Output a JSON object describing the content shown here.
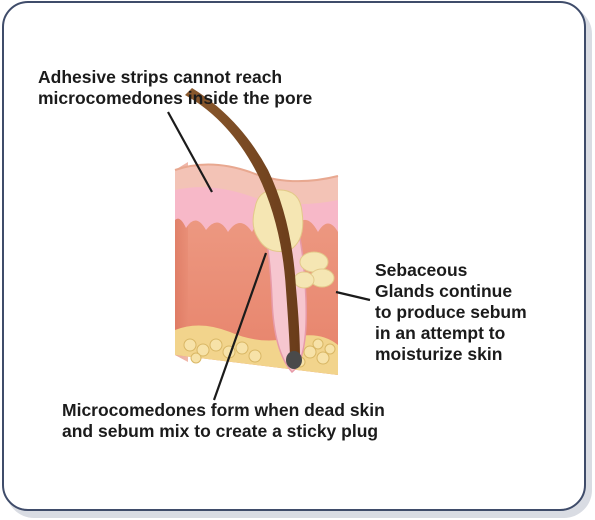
{
  "annotations": {
    "top": {
      "lines": [
        "Adhesive strips cannot reach",
        "microcomedones inside the pore"
      ]
    },
    "right": {
      "lines": [
        "Sebaceous",
        "Glands continue",
        "to produce sebum",
        "in an attempt to",
        "moisturize skin"
      ]
    },
    "bottom": {
      "lines": [
        "Microcomedones form when dead skin",
        "and sebum mix to create a sticky plug"
      ]
    }
  },
  "colors": {
    "border": "#3f4c6a",
    "epidermis": "#f3c3b6",
    "dermis": "#e98f78",
    "pink_layer": "#f7b8c8",
    "fat": "#f2d48c",
    "hair": "#7a4a23",
    "sebum": "#f5e6b3",
    "leader_line": "#1b1b1b"
  }
}
